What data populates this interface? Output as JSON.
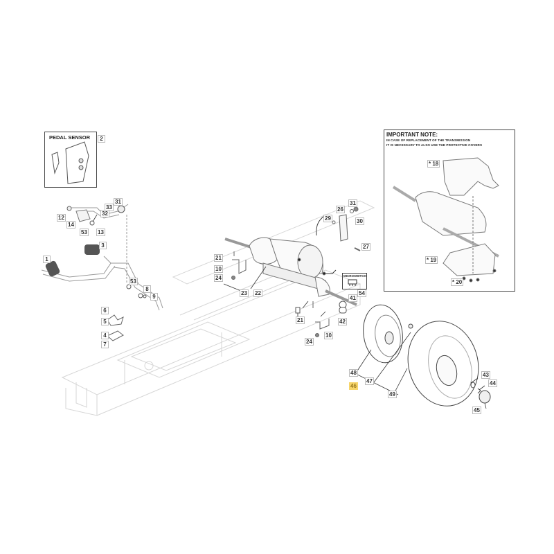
{
  "diagram": {
    "type": "exploded-parts-diagram",
    "pedal_sensor_box": {
      "title": "PEDAL SENSOR",
      "ref": "2"
    },
    "important_note_box": {
      "title": "IMPORTANT NOTE:",
      "line1": "IN CASE OF REPLACEMENT OF THE TRANSMISSION",
      "line2": "IT IS NECESSARY TO ALSO USE THE PROTECTIVE COVERS",
      "refs": {
        "cover_top": "* 18",
        "cover_bottom": "* 19",
        "screws": "* 20"
      }
    },
    "microswitch_box": {
      "title": "MICROSWITCH",
      "ref": "54"
    },
    "highlighted_part": "46",
    "highlight_color": "#f7d56b",
    "labels": {
      "l1": "1",
      "l3": "3",
      "l4": "4",
      "l5": "5",
      "l6": "6",
      "l7": "7",
      "l8": "8",
      "l9": "9",
      "l10a": "10",
      "l10b": "10",
      "l12": "12",
      "l13": "13",
      "l14": "14",
      "l21a": "21",
      "l21b": "21",
      "l22": "22",
      "l23": "23",
      "l24a": "24",
      "l24b": "24",
      "l26": "26",
      "l27": "27",
      "l29": "29",
      "l30": "30",
      "l31a": "31",
      "l31b": "31",
      "l32": "32",
      "l33": "33",
      "l41": "41",
      "l42": "42",
      "l43": "43",
      "l44": "44",
      "l45": "45",
      "l46": "46",
      "l47": "47",
      "l48": "48",
      "l49": "49",
      "l53a": "53",
      "l53b": "53"
    }
  }
}
